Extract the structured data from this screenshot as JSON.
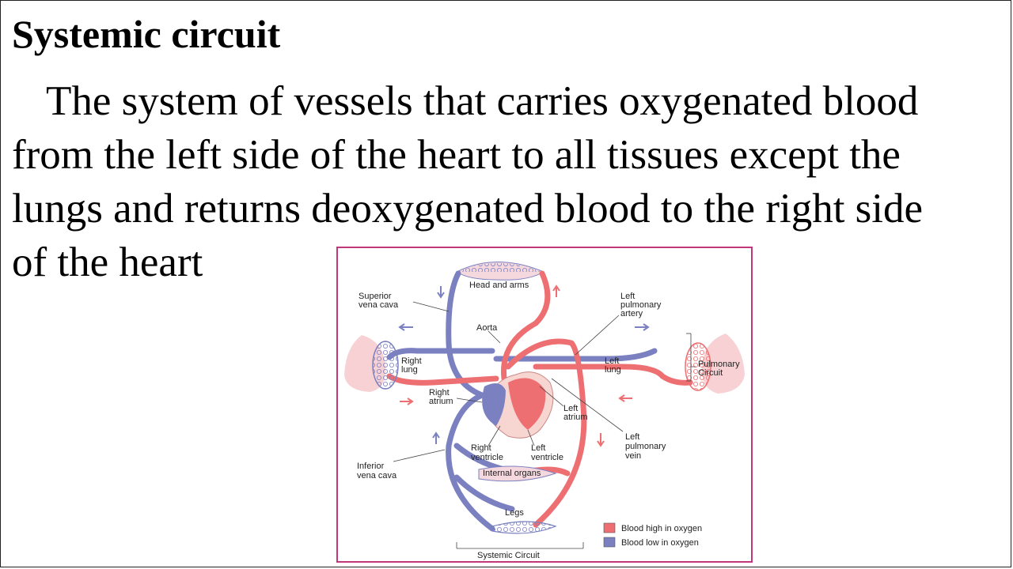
{
  "slide": {
    "title": "Systemic circuit",
    "body_lines": [
      "The system of vessels that carries oxygenated blood",
      "from the left side of the heart to all tissues except the",
      "lungs and returns deoxygenated blood to the right side",
      "of the heart"
    ]
  },
  "diagram": {
    "labels": {
      "head_and_arms": "Head and arms",
      "superior_vena_cava": [
        "Superior",
        "vena cava"
      ],
      "aorta": "Aorta",
      "left_pulmonary_artery": [
        "Left",
        "pulmonary",
        "artery"
      ],
      "right_lung": [
        "Right",
        "lung"
      ],
      "left_lung": [
        "Left",
        "lung"
      ],
      "pulmonary_circuit": [
        "Pulmonary",
        "Circuit"
      ],
      "right_atrium": [
        "Right",
        "atrium"
      ],
      "left_atrium": [
        "Left",
        "atrium"
      ],
      "left_pulmonary_vein": [
        "Left",
        "pulmonary",
        "vein"
      ],
      "right_ventricle": [
        "Right",
        "ventricle"
      ],
      "left_ventricle": [
        "Left",
        "ventricle"
      ],
      "inferior_vena_cava": [
        "Inferior",
        "vena cava"
      ],
      "internal_organs": "Internal organs",
      "legs": "Legs",
      "systemic_circuit": "Systemic Circuit"
    },
    "legend": [
      {
        "label": "Blood high in oxygen",
        "color": "#ee6f72"
      },
      {
        "label": "Blood low in oxygen",
        "color": "#7a80c0"
      }
    ],
    "colors": {
      "oxygenated": "#ee6f72",
      "deoxygenated": "#7a80c0",
      "frame": "#c2377a",
      "lung": "#f6c9cd"
    }
  }
}
